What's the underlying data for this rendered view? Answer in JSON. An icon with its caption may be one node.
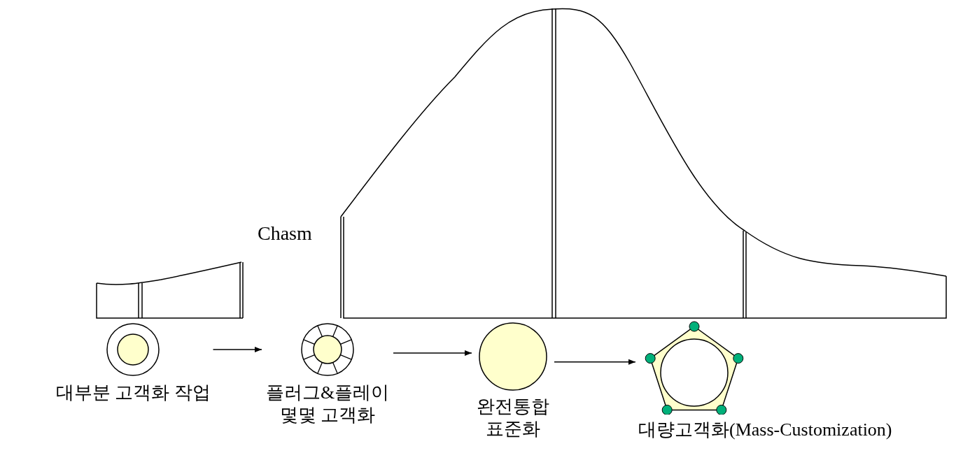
{
  "diagram": {
    "nodes": [
      {
        "text": [
          "대부분 고객화 작업"
        ]
      },
      {
        "text": [
          "플러그&플레이 몇몇 고객화"
        ]
      },
      {
        "text": [
          "완전통합 표준화"
        ]
      },
      {
        "text": [
          "대량고객화(Mass-Customization)"
        ]
      }
    ],
    "edges": [
      {
        "from": 0,
        "to": 1,
        "arrow": "to"
      },
      {
        "from": 1,
        "to": 2,
        "arrow": "to"
      },
      {
        "from": 2,
        "to": 3,
        "arrow": "to"
      }
    ],
    "labels": [
      "Chasm"
    ]
  }
}
